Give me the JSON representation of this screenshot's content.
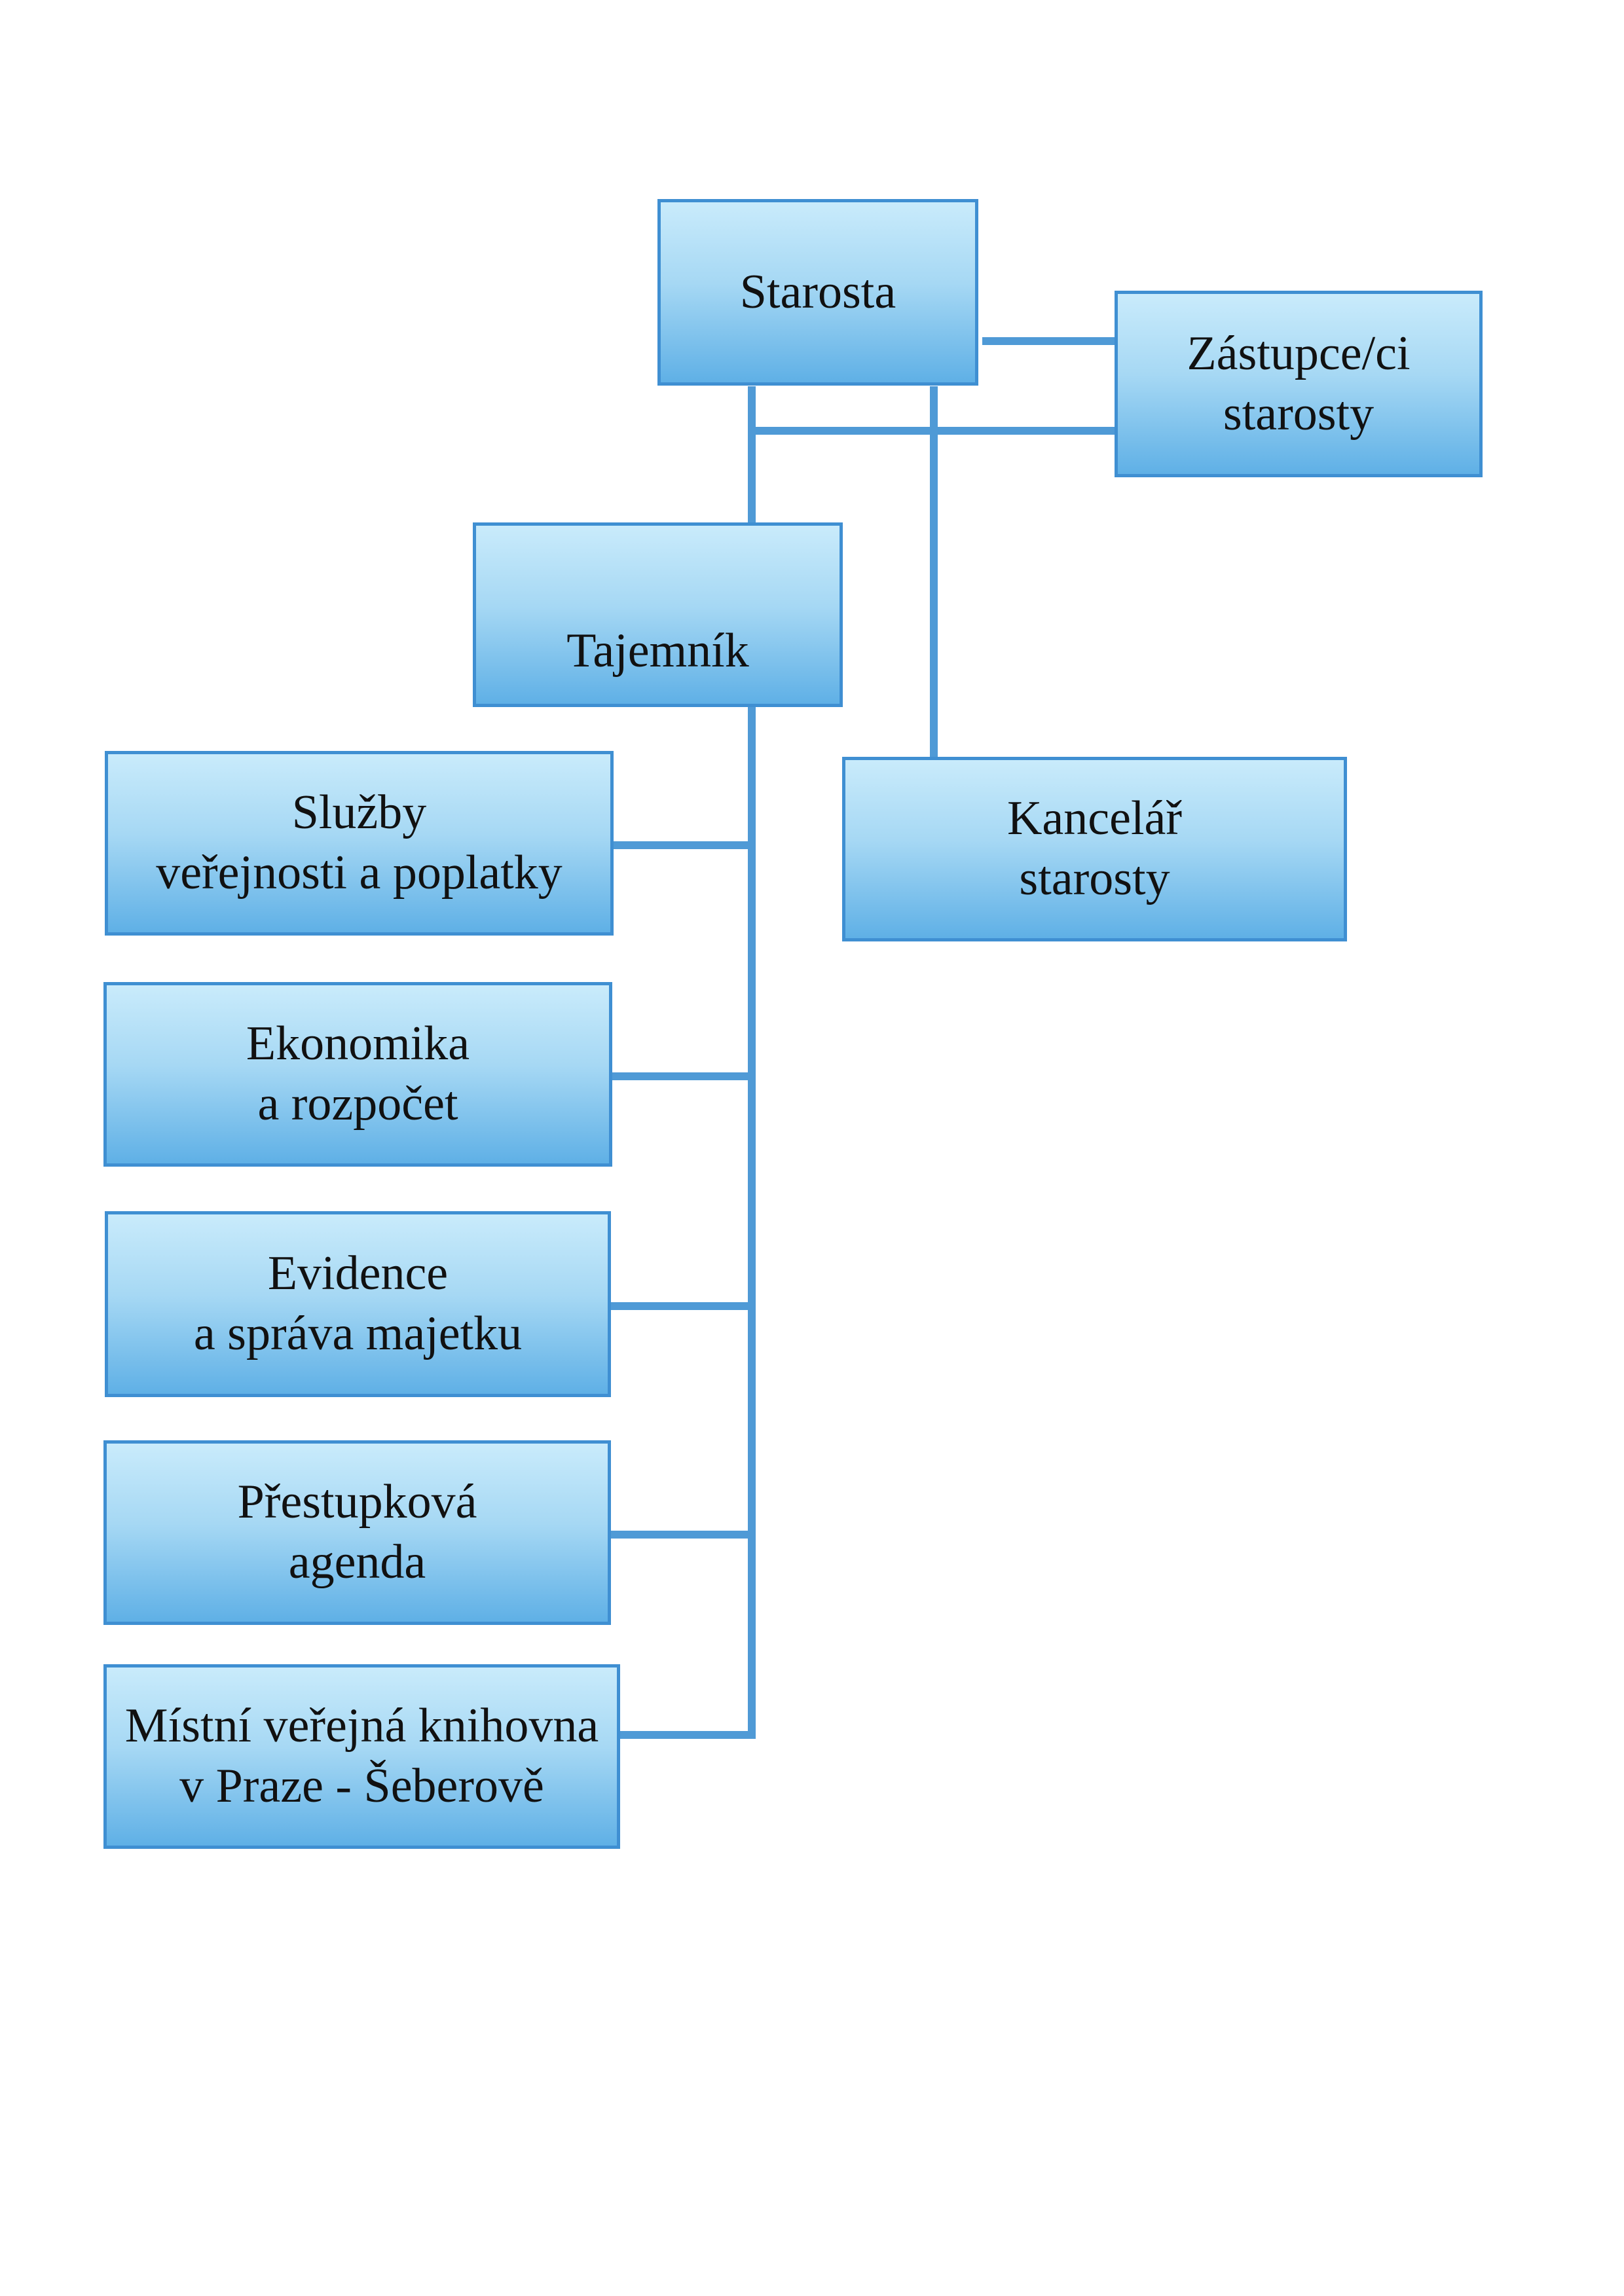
{
  "org_chart": {
    "nodes": {
      "starosta": "Starosta",
      "zastupce": "Zástupce/ci\nstarosty",
      "tajemnik": "Tajemník",
      "kancelar": "Kancelář\nstarosty",
      "sluzby": "Služby\nveřejnosti a poplatky",
      "ekonomika": "Ekonomika\na rozpočet",
      "evidence": "Evidence\na správa majetku",
      "prestupkova": "Přestupková\nagenda",
      "knihovna": "Místní veřejná knihovna\nv Praze - Šeberově"
    },
    "colors": {
      "box_border": "#3f8fd2",
      "box_fill_top": "#c9ebfb",
      "box_fill_bottom": "#5fb0e6",
      "connector": "#4f9ad6"
    },
    "relations": [
      [
        "starosta",
        "zastupce"
      ],
      [
        "starosta",
        "tajemnik"
      ],
      [
        "starosta",
        "kancelar"
      ],
      [
        "tajemnik",
        "sluzby"
      ],
      [
        "tajemnik",
        "ekonomika"
      ],
      [
        "tajemnik",
        "evidence"
      ],
      [
        "tajemnik",
        "prestupkova"
      ],
      [
        "tajemnik",
        "knihovna"
      ]
    ]
  }
}
